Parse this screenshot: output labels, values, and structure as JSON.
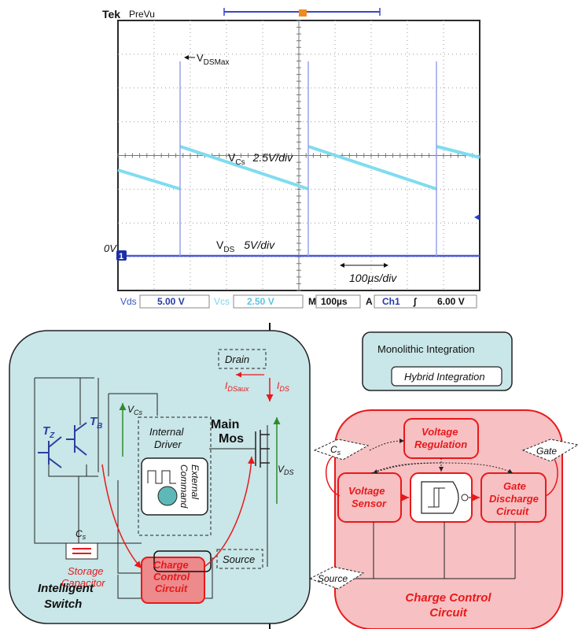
{
  "scope": {
    "brand": "Tek",
    "mode": "PreVu",
    "trigger_marker": "T",
    "annotations": {
      "vdsmax_prefix": "V",
      "vdsmax_sub": "DSMax",
      "vcs_prefix": "V",
      "vcs_sub": "Cs",
      "vcs_scale": "2.5V/div",
      "vds_prefix": "V",
      "vds_sub": "DS",
      "vds_scale": "5V/div",
      "zero_label": "0V",
      "time_scale": "100µs/div",
      "ch1_marker": "1"
    },
    "status": {
      "ch_a_name": "Vds",
      "ch_a_value": "5.00 V",
      "ch_b_name": "Vcs",
      "ch_b_value": "2.50 V",
      "time_prefix": "M",
      "time_value": "100µs",
      "trig_prefix": "A",
      "trig_source": "Ch1",
      "trig_slope": "∫",
      "trig_level": "6.00 V"
    },
    "colors": {
      "ch1": "#4a5ad8",
      "ch2": "#7fdcf0",
      "grid": "#9a9a9a",
      "frame": "#2a2a2a"
    }
  },
  "diagram": {
    "legend": {
      "monolithic": "Monolithic Integration",
      "hybrid": "Hybrid Integration"
    },
    "left": {
      "drain": "Drain",
      "source": "Source",
      "idsaux_prefix": "I",
      "idsaux_sub": "DSaux",
      "ids_prefix": "I",
      "ids_sub": "DS",
      "tz_prefix": "T",
      "tz_sub": "Z",
      "tb_prefix": "T",
      "tb_sub": "B",
      "vcs_prefix": "V",
      "vcs_sub": "Cs",
      "internal_driver": [
        "Internal",
        "Driver"
      ],
      "main_mos": [
        "Main",
        "Mos"
      ],
      "vds_prefix": "V",
      "vds_sub": "DS",
      "external_command": [
        "External",
        "Command"
      ],
      "cs_prefix": "C",
      "cs_sub": "s",
      "storage_capacitor": [
        "Storage",
        "Capacitor"
      ],
      "charge_control": [
        "Charge",
        "Control",
        "Circuit"
      ],
      "intelligent_switch": [
        "Intelligent",
        "Switch"
      ]
    },
    "right": {
      "cs_prefix": "C",
      "cs_sub": "s",
      "gate": "Gate",
      "source": "Source",
      "voltage_regulation": [
        "Voltage",
        "Regulation"
      ],
      "voltage_sensor": [
        "Voltage",
        "Sensor"
      ],
      "gate_discharge": [
        "Gate",
        "Discharge",
        "Circuit"
      ],
      "charge_control_title": [
        "Charge Control",
        "Circuit"
      ]
    },
    "colors": {
      "teal_fill": "#c9e6e8",
      "red": "#e8191b",
      "pink_fill": "#f7c0c2",
      "green": "#2e8b2e",
      "blue": "#2b3fa0"
    }
  }
}
